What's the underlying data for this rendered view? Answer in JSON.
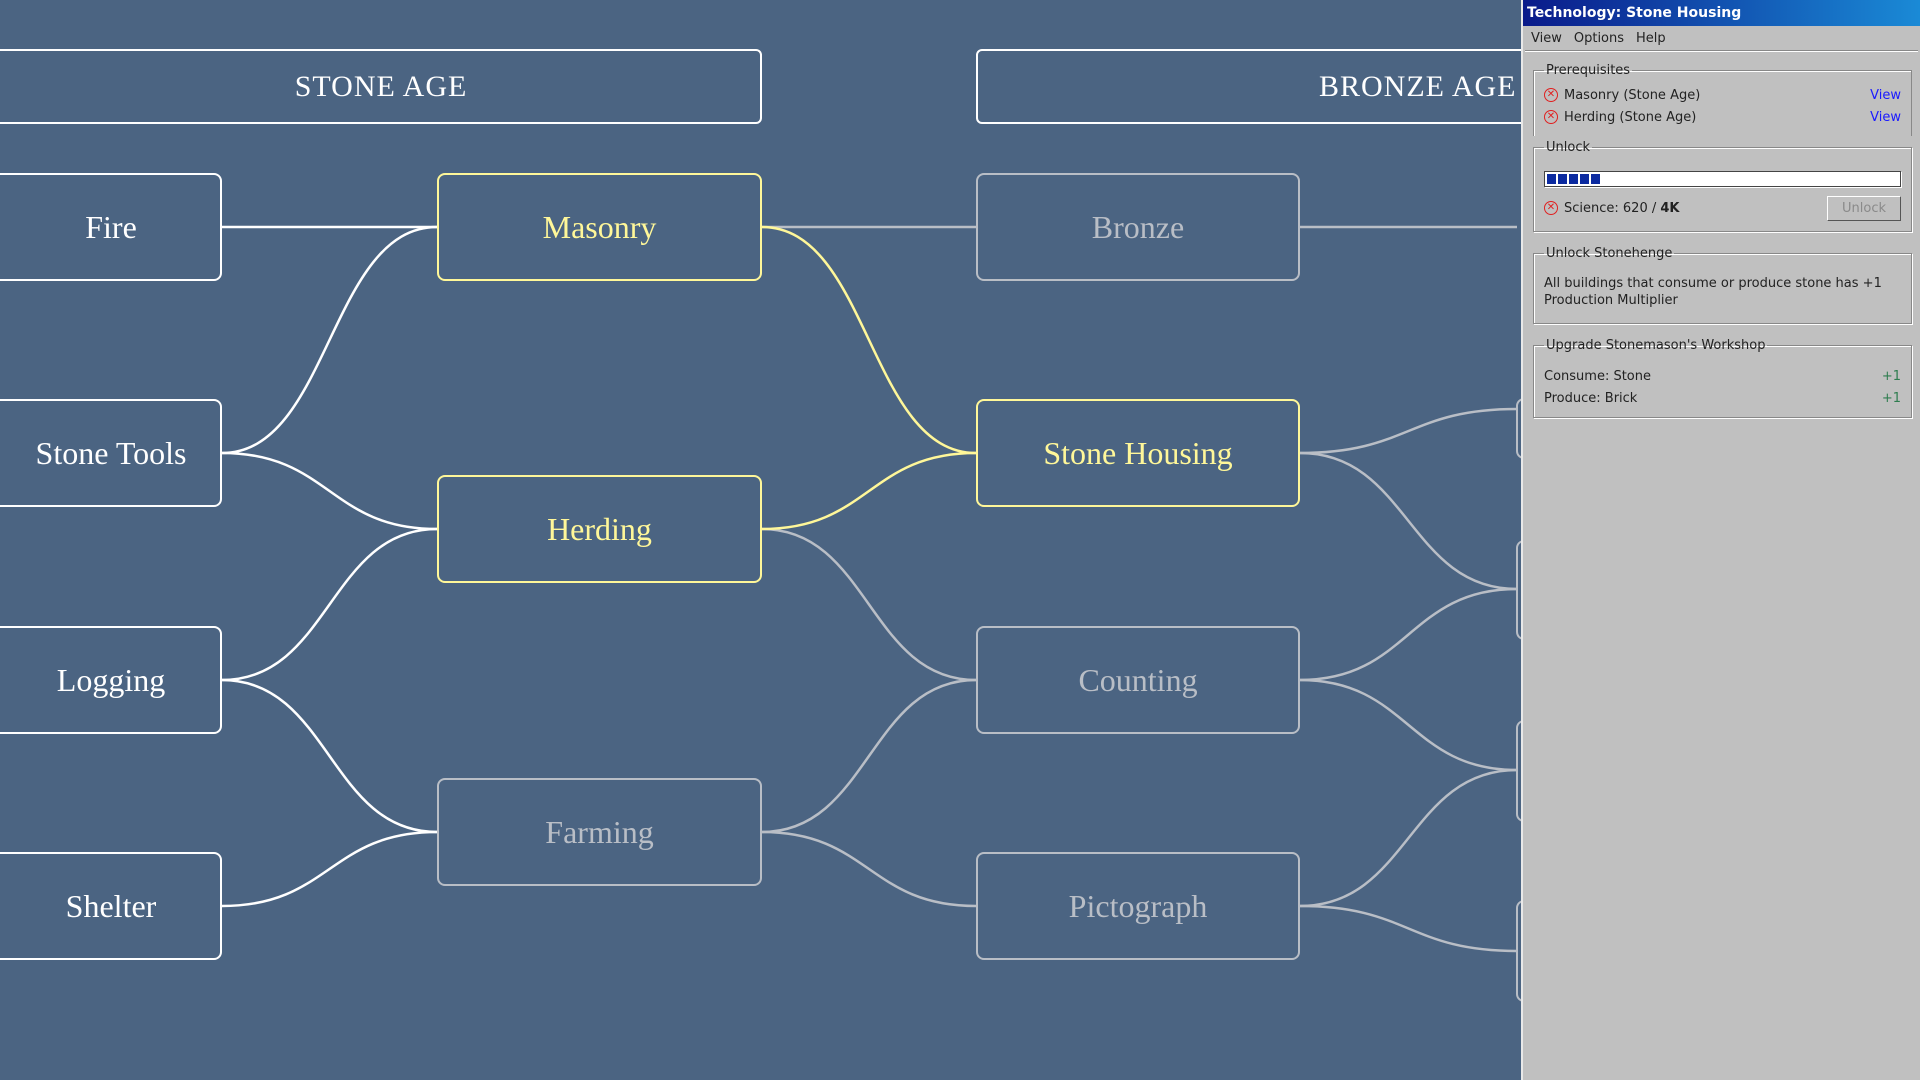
{
  "ages": [
    {
      "label": "STONE AGE"
    },
    {
      "label": "BRONZE AGE"
    }
  ],
  "nodes": [
    {
      "id": "fire",
      "label": "Fire",
      "state": "researched"
    },
    {
      "id": "stonetools",
      "label": "Stone Tools",
      "state": "researched"
    },
    {
      "id": "logging",
      "label": "Logging",
      "state": "researched"
    },
    {
      "id": "shelter",
      "label": "Shelter",
      "state": "researched"
    },
    {
      "id": "masonry",
      "label": "Masonry",
      "state": "active"
    },
    {
      "id": "herding",
      "label": "Herding",
      "state": "active"
    },
    {
      "id": "farming",
      "label": "Farming",
      "state": "locked"
    },
    {
      "id": "bronze",
      "label": "Bronze",
      "state": "locked"
    },
    {
      "id": "stonehousing",
      "label": "Stone Housing",
      "state": "active"
    },
    {
      "id": "counting",
      "label": "Counting",
      "state": "locked"
    },
    {
      "id": "pictograph",
      "label": "Pictograph",
      "state": "locked"
    }
  ],
  "edges": [
    [
      "fire",
      "masonry",
      "researched"
    ],
    [
      "stonetools",
      "masonry",
      "researched"
    ],
    [
      "stonetools",
      "herding",
      "researched"
    ],
    [
      "logging",
      "herding",
      "researched"
    ],
    [
      "logging",
      "farming",
      "researched"
    ],
    [
      "shelter",
      "farming",
      "researched"
    ],
    [
      "masonry",
      "bronze",
      "locked"
    ],
    [
      "masonry",
      "stonehousing",
      "active"
    ],
    [
      "herding",
      "stonehousing",
      "active"
    ],
    [
      "herding",
      "counting",
      "locked"
    ],
    [
      "farming",
      "counting",
      "locked"
    ],
    [
      "farming",
      "pictograph",
      "locked"
    ],
    [
      "bronze",
      "n3a",
      "locked"
    ],
    [
      "stonehousing",
      "n3b",
      "locked"
    ],
    [
      "stonehousing",
      "n3c",
      "locked"
    ],
    [
      "counting",
      "n3c",
      "locked"
    ],
    [
      "counting",
      "n3d",
      "locked"
    ],
    [
      "pictograph",
      "n3d",
      "locked"
    ],
    [
      "pictograph",
      "n3e",
      "locked"
    ]
  ],
  "colors": {
    "background": "#4b6482",
    "researched": "#ffffff",
    "active": "#fff799",
    "locked": "#b9bec6"
  },
  "panel": {
    "title": "Technology: Stone Housing",
    "menu": [
      "View",
      "Options",
      "Help"
    ],
    "prerequisites": {
      "legend": "Prerequisites",
      "items": [
        {
          "label": "Masonry (Stone Age)",
          "link": "View"
        },
        {
          "label": "Herding (Stone Age)",
          "link": "View"
        }
      ]
    },
    "unlock": {
      "legend": "Unlock",
      "progress": 0.155,
      "science_label": "Science: 620 / ",
      "science_required": "4K",
      "button": "Unlock"
    },
    "effects": [
      {
        "legend": "Unlock Stonehenge",
        "text": "All buildings that consume or produce stone has +1 Production Multiplier"
      },
      {
        "legend": "Upgrade Stonemason's Workshop",
        "rows": [
          {
            "label": "Consume: Stone",
            "value": "+1"
          },
          {
            "label": "Produce: Brick",
            "value": "+1"
          }
        ]
      }
    ]
  }
}
